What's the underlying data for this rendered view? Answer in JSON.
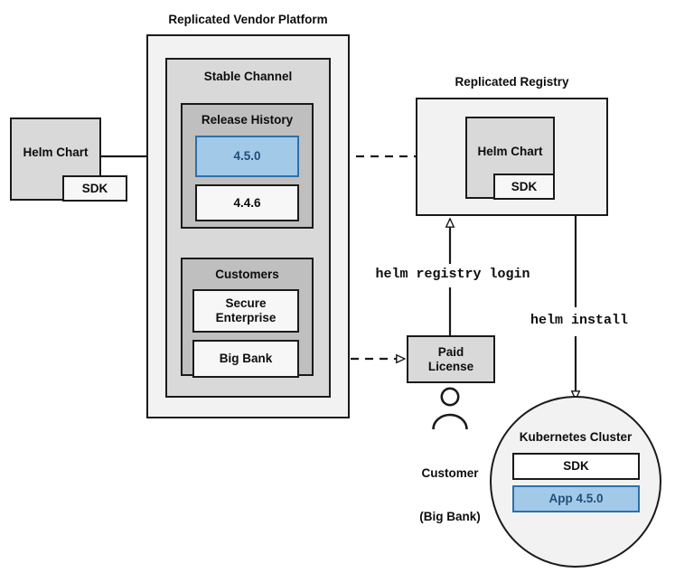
{
  "diagram": {
    "title_vendor_platform": "Replicated Vendor Platform",
    "title_registry": "Replicated Registry",
    "stable_channel": "Stable Channel",
    "release_history": "Release History",
    "customers": "Customers"
  },
  "source": {
    "helm_chart": "Helm Chart",
    "sdk": "SDK"
  },
  "releases": [
    {
      "version": "4.5.0",
      "highlighted": true
    },
    {
      "version": "4.4.6",
      "highlighted": false
    }
  ],
  "customers": [
    {
      "name": "Secure\nEnterprise"
    },
    {
      "name": "Big Bank"
    }
  ],
  "registry": {
    "helm_chart": "Helm Chart",
    "sdk": "SDK"
  },
  "license": {
    "label": "Paid\nLicense"
  },
  "customer_actor": {
    "line1": "Customer",
    "line2": "(Big Bank)",
    "icon": "person-icon"
  },
  "cluster": {
    "title": "Kubernetes Cluster",
    "items": [
      {
        "label": "SDK",
        "highlighted": false
      },
      {
        "label": "App 4.5.0",
        "highlighted": true
      }
    ]
  },
  "commands": {
    "registry_login": "helm registry login",
    "install": "helm install"
  },
  "colors": {
    "accent_fill": "#a3c9e9",
    "accent_border": "#2f6fa8",
    "accent_text": "#1f4e79",
    "stroke": "#1a1a1a",
    "panel_light": "#f2f2f2",
    "panel_mid": "#d9d9d9",
    "panel_dark": "#bfbfbf"
  }
}
